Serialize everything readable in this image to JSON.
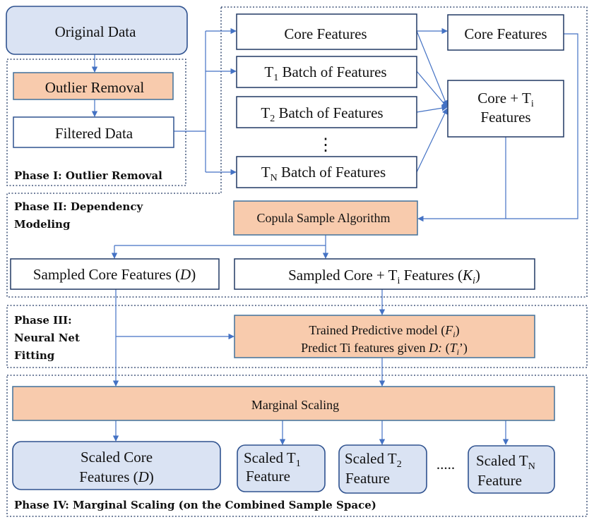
{
  "colors": {
    "blue_fill": "#dae3f3",
    "blue_stroke": "#2f528f",
    "orange_fill": "#f8cbad",
    "orange_stroke": "#41719c",
    "arrow": "#4472c4",
    "dark_stroke": "#203864"
  },
  "boxes": {
    "original_data": "Original Data",
    "outlier_removal": "Outlier Removal",
    "filtered_data": "Filtered Data",
    "core_features_top": "Core Features",
    "t1_batch": {
      "pre": "T",
      "sub": "1",
      "post": " Batch of Features"
    },
    "t2_batch": {
      "pre": "T",
      "sub": "2",
      "post": " Batch of Features"
    },
    "ellipsis_vertical": "⋮",
    "tn_batch": {
      "pre": "T",
      "sub": "N",
      "post": " Batch of Features"
    },
    "core_features_right": "Core Features",
    "core_plus_ti": {
      "line1_pre": "Core + T",
      "line1_sub": "i",
      "line2": "Features"
    },
    "copula": "Copula Sample Algorithm",
    "sampled_core": {
      "pre": "Sampled Core Features (",
      "ital": "D",
      "post": ")"
    },
    "sampled_core_ti": {
      "pre": "Sampled Core + T",
      "sub": "i",
      "mid": " Features (",
      "ital": "K",
      "ital_sub": "i",
      "post": ")"
    },
    "trained_model": {
      "line1_pre": "Trained Predictive model (",
      "line1_ital": "F",
      "line1_ital_sub": "i",
      "line1_post": ")",
      "line2_pre": "Predict Ti features given ",
      "line2_ital": "D:",
      "line2_mid": " (",
      "line2_ital2": "T",
      "line2_ital2_sub": "i",
      "line2_post": "’)"
    },
    "marginal_scaling": "Marginal Scaling",
    "scaled_core": {
      "line1": "Scaled Core",
      "line2_pre": "Features (",
      "line2_ital": "D",
      "line2_post": ")"
    },
    "scaled_t1": {
      "line1_pre": "Scaled T",
      "line1_sub": "1",
      "line2": "Feature"
    },
    "scaled_t2": {
      "line1_pre": "Scaled T",
      "line1_sub": "2",
      "line2": "Feature"
    },
    "dots": ".....",
    "scaled_tn": {
      "line1_pre": "Scaled T",
      "line1_sub": "N",
      "line2": "Feature"
    }
  },
  "phases": {
    "phase1": "Phase I: Outlier Removal",
    "phase2_line1": "Phase II: Dependency",
    "phase2_line2": "Modeling",
    "phase3_line1": "Phase III:",
    "phase3_line2": "Neural Net",
    "phase3_line3": "Fitting",
    "phase4": "Phase IV: Marginal Scaling (on the Combined Sample Space)"
  }
}
